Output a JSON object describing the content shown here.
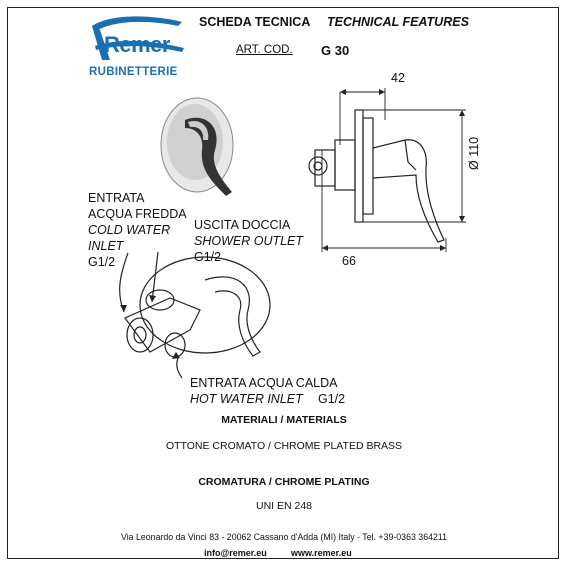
{
  "brand": {
    "name": "Remer",
    "subtitle": "RUBINETTERIE",
    "color": "#1a6fb3"
  },
  "header": {
    "title_it": "SCHEDA TECNICA",
    "title_en": "TECHNICAL FEATURES",
    "art_label": "ART. COD.",
    "art_code": "G 30"
  },
  "dimensions": {
    "depth_top": "42",
    "depth_bottom": "66",
    "diameter": "Ø 110"
  },
  "labels": {
    "cold_it_1": "ENTRATA",
    "cold_it_2": "ACQUA FREDDA",
    "cold_en_1": "COLD WATER",
    "cold_en_2": "INLET",
    "cold_size": "G1/2",
    "shower_it": "USCITA DOCCIA",
    "shower_en": "SHOWER OUTLET",
    "shower_size": "G1/2",
    "hot_it": "ENTRATA ACQUA CALDA",
    "hot_en": "HOT WATER INLET",
    "hot_size": "G1/2"
  },
  "materials": {
    "title": "MATERIALI / MATERIALS",
    "value": "OTTONE CROMATO / CHROME PLATED BRASS"
  },
  "plating": {
    "title": "CROMATURA / CHROME PLATING",
    "value": "UNI EN 248"
  },
  "footer": {
    "address": "Via Leonardo da Vinci 83 - 20062 Cassano d'Adda (MI) Italy - Tel. +39-0363 364211",
    "email": "info@remer.eu",
    "website": "www.remer.eu"
  }
}
